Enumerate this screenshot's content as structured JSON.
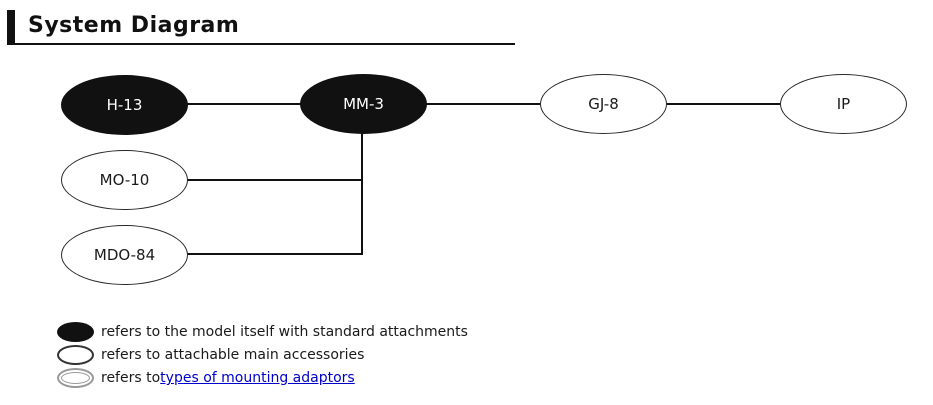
{
  "header": {
    "title": "System Diagram"
  },
  "diagram": {
    "nodes": [
      {
        "label": "H-13",
        "type": "model"
      },
      {
        "label": "MM-3",
        "type": "model"
      },
      {
        "label": "GJ-8",
        "type": "accessory"
      },
      {
        "label": "IP",
        "type": "accessory"
      },
      {
        "label": "MO-10",
        "type": "accessory"
      },
      {
        "label": "MDO-84",
        "type": "accessory"
      }
    ]
  },
  "legend": {
    "items": [
      {
        "icon": "filled-ellipse",
        "text": "refers to the model itself with standard attachments"
      },
      {
        "icon": "outline-ellipse",
        "text": "refers to attachable main accessories"
      },
      {
        "icon": "double-outline-ellipse",
        "text": "refers to ",
        "link_text": "types of mounting adaptors"
      }
    ]
  },
  "colors": {
    "node_fill": "#111111",
    "node_outline": "#2a2a2a",
    "link": "#0000cc",
    "adaptor_icon_outline": "#999999"
  }
}
